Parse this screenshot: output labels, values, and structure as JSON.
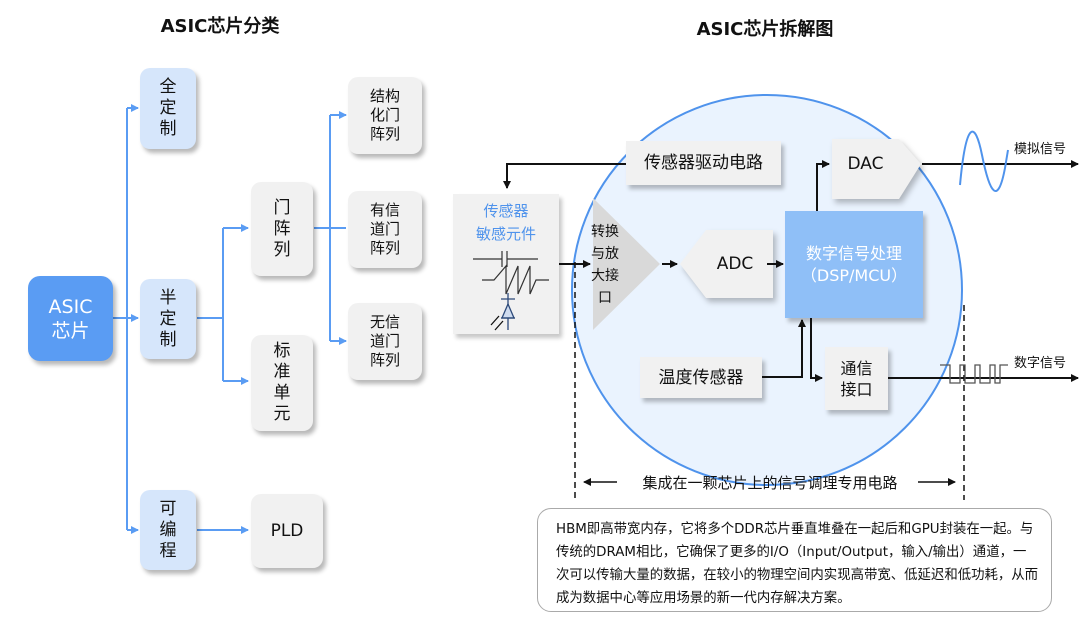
{
  "left_diagram": {
    "title": "ASIC芯片分类",
    "root": "ASIC芯片",
    "level1": [
      "全定制",
      "半定制",
      "可编程"
    ],
    "level2": [
      "门阵列",
      "标准单元",
      "PLD"
    ],
    "level3": [
      "结构化门阵列",
      "有信道门阵列",
      "无信道门阵列"
    ]
  },
  "right_diagram": {
    "title": "ASIC芯片拆解图",
    "sensor_element": {
      "line1": "传感器",
      "line2": "敏感元件"
    },
    "drive_circuit": "传感器驱动电路",
    "amp_interface": "转换与放大接口",
    "adc": "ADC",
    "dac": "DAC",
    "dsp": {
      "line1": "数字信号处理",
      "line2": "（DSP/MCU）"
    },
    "temp_sensor": "温度传感器",
    "comm_interface": {
      "line1": "通信",
      "line2": "接口"
    },
    "analog_signal": "模拟信号",
    "digital_signal": "数字信号",
    "span_label": "集成在一颗芯片上的信号调理专用电路",
    "note": "HBM即高带宽内存，它将多个DDR芯片垂直堆叠在一起后和GPU封装在一起。与传统的DRAM相比，它确保了更多的I/O（Input/Output，输入/输出）通道，一次可以传输大量的数据，在较小的物理空间内实现高带宽、低延迟和低功耗，从而成为数据中心等应用场景的新一代内存解决方案。"
  },
  "colors": {
    "accent_blue": "#5a9cf3",
    "light_blue": "#d6e6fb",
    "dsp_blue": "#8fbff7",
    "circle_fill": "#eaf3fe",
    "circle_stroke": "#4f93ec",
    "node_gray": "#f1f1f1"
  }
}
